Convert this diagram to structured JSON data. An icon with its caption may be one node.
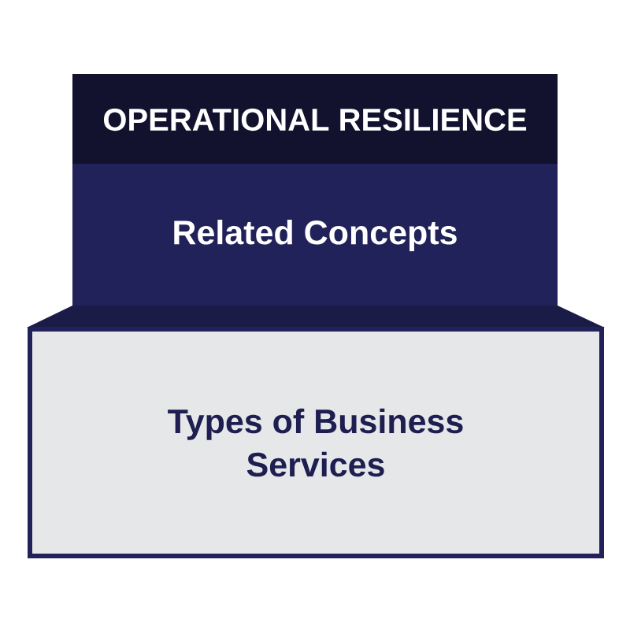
{
  "diagram": {
    "nodes": [
      {
        "text": [
          "OPERATIONAL RESILIENCE"
        ]
      },
      {
        "text": [
          "Related Concepts"
        ]
      },
      {
        "text": [
          "Types of Business Services"
        ]
      }
    ]
  }
}
